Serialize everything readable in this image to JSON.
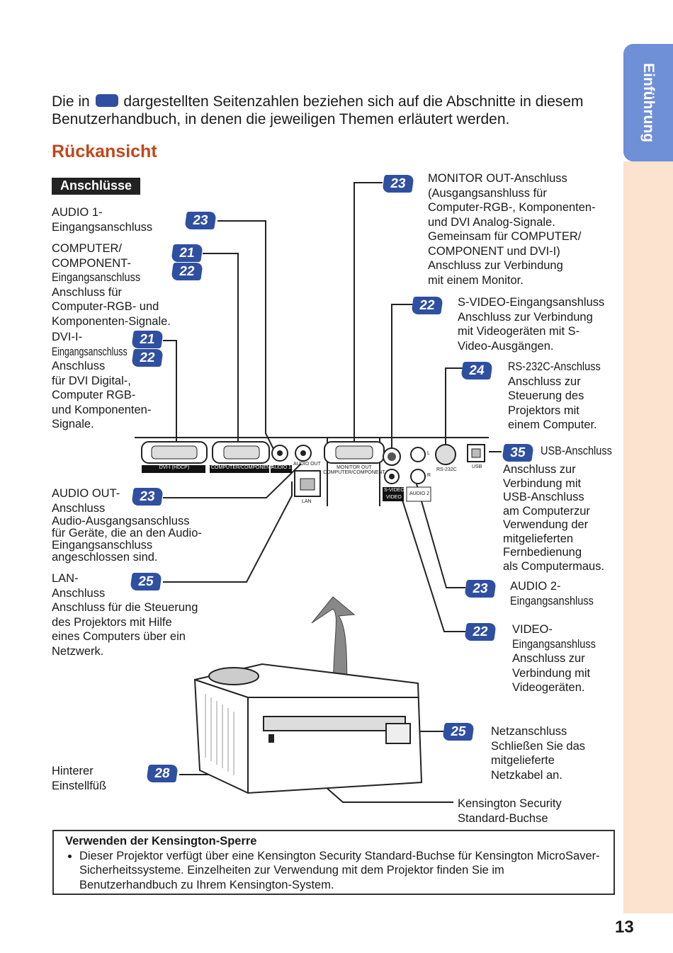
{
  "side_tab": "Einführung",
  "page_number": "13",
  "intro": {
    "before": "Die in",
    "after": "dargestellten Seitenzahlen beziehen sich auf die Abschnitte in diesem Benutzerhandbuch, in denen die jeweiligen Themen erläutert werden."
  },
  "title": "Rückansicht",
  "section_label": "Anschlüsse",
  "labels": {
    "audio1_a": "AUDIO 1-",
    "audio1_b": "Eingangsanschluss",
    "computer_a": "COMPUTER/",
    "computer_b": "COMPONENT-",
    "computer_c": "Eingangsanschluss",
    "computer_d": "Anschluss für",
    "computer_e": "Computer-RGB- und",
    "computer_f": "Komponenten-Signale.",
    "dvi_a": "DVI-I-",
    "dvi_b": "Eingangsanschluss",
    "dvi_c": "Anschluss",
    "dvi_d": "für DVI Digital-,",
    "dvi_e": "Computer RGB-",
    "dvi_f": "und Komponenten-",
    "dvi_g": "Signale.",
    "audioout_a": "AUDIO OUT-",
    "audioout_b": "Anschluss",
    "audioout_c": "Audio-Ausgangsanschluss",
    "audioout_d": "für Geräte, die an den Audio-",
    "audioout_e": "Eingangsanschluss",
    "audioout_f": "angeschlossen sind.",
    "lan_a": "LAN-",
    "lan_b": "Anschluss",
    "lan_c": "Anschluss für die Steuerung",
    "lan_d": "des Projektors mit Hilfe",
    "lan_e": "eines Computers über ein",
    "lan_f": "Netzwerk.",
    "foot_a": "Hinterer",
    "foot_b": "Einstellfüß",
    "monitor_a": "MONITOR OUT-Anschluss",
    "monitor_b": "(Ausgangsanshluss für",
    "monitor_c": "Computer-RGB-, Komponenten-",
    "monitor_d": "und DVI Analog-Signale.",
    "monitor_e": "Gemeinsam für COMPUTER/",
    "monitor_f": "COMPONENT und DVI-I)",
    "monitor_g": "Anschluss zur Verbindung",
    "monitor_h": "mit einem Monitor.",
    "svideo_a": "S-VIDEO-Eingangsanshluss",
    "svideo_b": "Anschluss zur Verbindung",
    "svideo_c": "mit Videogeräten mit S-",
    "svideo_d": "Video-Ausgängen.",
    "rs232_a": "RS-232C-Anschluss",
    "rs232_b": "Anschluss zur",
    "rs232_c": "Steuerung des",
    "rs232_d": "Projektors mit",
    "rs232_e": "einem Computer.",
    "usb_a": "USB-Anschluss",
    "usb_b": "Anschluss zur",
    "usb_c": "Verbindung mit",
    "usb_d": "USB-Anschluss",
    "usb_e": "am Computerzur",
    "usb_f": "Verwendung der",
    "usb_g": "mitgelieferten",
    "usb_h": "Fernbedienung",
    "usb_i": "als Computermaus.",
    "audio2_a": "AUDIO 2-",
    "audio2_b": "Eingangsanshluss",
    "video_a": "VIDEO-",
    "video_b": "Eingangsanshluss",
    "video_c": "Anschluss zur",
    "video_d": "Verbindung mit",
    "video_e": "Videogeräten.",
    "power_a": "Netzanschluss",
    "power_b": "Schließen Sie das",
    "power_c": "mitgelieferte",
    "power_d": "Netzkabel an.",
    "kens_a": "Kensington Security",
    "kens_b": "Standard-Buchse"
  },
  "badges": {
    "audio1": "23",
    "computer1": "21",
    "computer2": "22",
    "dvi1": "21",
    "dvi2": "22",
    "audioout": "23",
    "lan": "25",
    "foot": "28",
    "monitor": "23",
    "svideo": "22",
    "rs232": "24",
    "usb": "35",
    "audio2": "23",
    "video": "22",
    "power": "25"
  },
  "panel_labels": {
    "dvi": "DVI-I (HDCP)",
    "computer": "COMPUTER/COMPONENT",
    "audio1": "AUDIO 1",
    "audioout": "AUDIO OUT",
    "monitor_a": "MONITOR OUT",
    "monitor_b": "COMPUTER/COMPONENT",
    "lan": "LAN",
    "svideo": "S-VIDEO",
    "video": "VIDEO",
    "audio2": "AUDIO 2",
    "l": "L",
    "r": "R",
    "rs232": "RS-232C",
    "usb": "USB"
  },
  "note": {
    "title": "Verwenden der Kensington-Sperre",
    "text": "Dieser Projektor verfügt über eine Kensington Security Standard-Buchse für Kensington MicroSaver-Sicherheitssysteme. Einzelheiten zur Verwendung mit dem Projektor finden Sie im Benutzerhandbuch zu Ihrem Kensington-System."
  },
  "colors": {
    "accent": "#2f4fa0",
    "title": "#c0471d",
    "tab": "#6f8fd6",
    "band": "#fbe3cf"
  }
}
